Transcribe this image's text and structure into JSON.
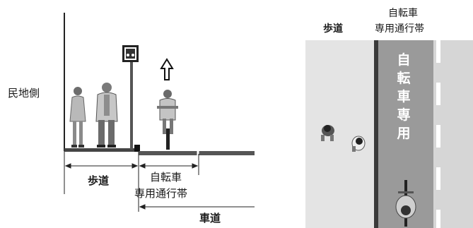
{
  "section": {
    "roadside_label": "民地側",
    "sidewalk_label": "歩道",
    "bike_lane_label_line1": "自転車",
    "bike_lane_label_line2": "専用通行帯",
    "roadway_label": "車道",
    "direction_icon": "up-arrow-icon"
  },
  "plan": {
    "sidewalk_label": "歩道",
    "bike_lane_label_line1": "自転車",
    "bike_lane_label_line2": "専用通行帯",
    "lane_marking_chars": [
      "自",
      "転",
      "車",
      "専",
      "用"
    ]
  },
  "colors": {
    "sidewalk": "#e4e4e4",
    "bike_lane": "#9a9a9a",
    "road": "#d6d6d6",
    "lane_marking": "#ffffff",
    "curb": "#333333"
  }
}
